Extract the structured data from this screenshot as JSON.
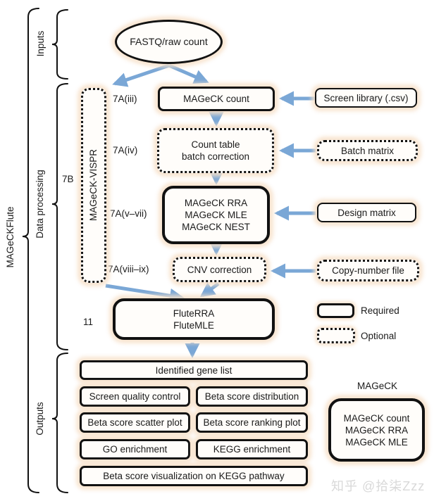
{
  "sections": {
    "root_label": "MAGeCKFlute",
    "inputs_label": "Inputs",
    "data_processing_label": "Data processing",
    "outputs_label": "Outputs"
  },
  "step_labels": {
    "s7b": "7B",
    "s7a_iii": "7A(iii)",
    "s7a_iv": "7A(iv)",
    "s7a_v_vii": "7A(v–vii)",
    "s7a_viii_ix": "7A(viii–ix)",
    "s11": "11"
  },
  "nodes": {
    "fastq": {
      "label": "FASTQ/raw count"
    },
    "vispr": {
      "label": "MAGeCK-VISPR"
    },
    "magecK_count": {
      "label": "MAGeCK count"
    },
    "screen_library": {
      "label": "Screen library (.csv)"
    },
    "count_table": {
      "lines": [
        "Count table",
        "batch correction"
      ]
    },
    "batch_matrix": {
      "label": "Batch matrix"
    },
    "rra_mle_nest": {
      "lines": [
        "MAGeCK RRA",
        "MAGeCK MLE",
        "MAGeCK NEST"
      ]
    },
    "design_matrix": {
      "label": "Design matrix"
    },
    "cnv": {
      "label": "CNV correction"
    },
    "copy_number": {
      "label": "Copy-number file"
    },
    "flute": {
      "lines": [
        "FluteRRA",
        "FluteMLE"
      ]
    }
  },
  "legend": {
    "required": "Required",
    "optional": "Optional"
  },
  "outputs": {
    "identified": "Identified gene list",
    "screen_qc": "Screen quality control",
    "beta_dist": "Beta score distribution",
    "beta_scatter": "Beta score scatter plot",
    "beta_ranking": "Beta score ranking plot",
    "go": "GO enrichment",
    "kegg": "KEGG enrichment",
    "beta_kegg": "Beta score visualization on KEGG pathway"
  },
  "magecK_group": {
    "title": "MAGeCK",
    "lines": [
      "MAGeCK count",
      "MAGeCK RRA",
      "MAGeCK MLE"
    ]
  },
  "watermark": "知乎 @拾柒Zzz",
  "colors": {
    "arrow": "#7aa7d6",
    "border": "#111111",
    "glow": "#f7e0c9",
    "watermark": "#d9d9d9"
  }
}
